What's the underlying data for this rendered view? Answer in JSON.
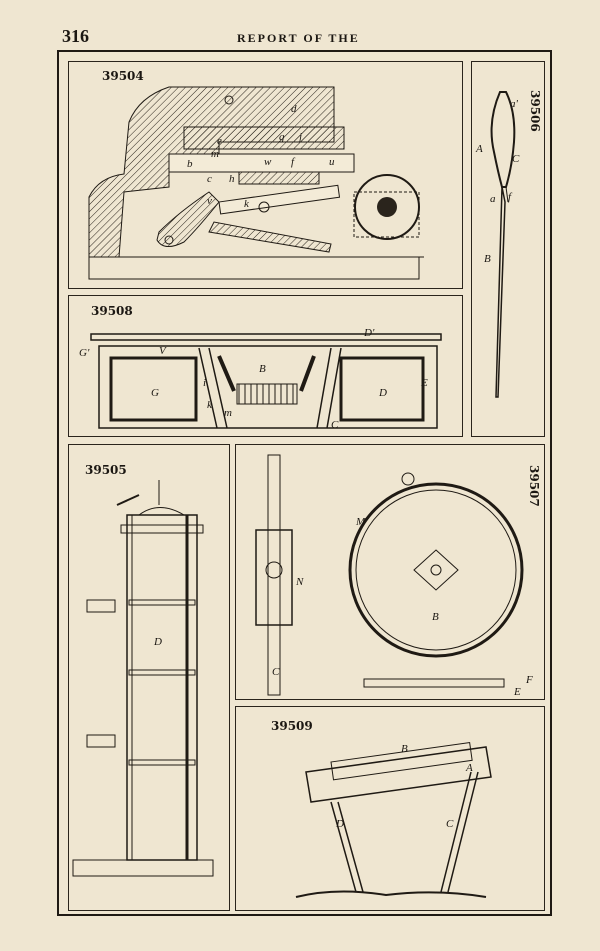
{
  "header": {
    "page_number": "316",
    "running_head": "REPORT OF THE"
  },
  "figures": [
    {
      "id": "39504",
      "labels": [
        "d",
        "g",
        "j",
        "e",
        "m",
        "b",
        "w",
        "f",
        "u",
        "c",
        "h",
        "k",
        "v"
      ]
    },
    {
      "id": "39506",
      "labels": [
        "a'",
        "A",
        "C",
        "a",
        "f",
        "B"
      ]
    },
    {
      "id": "39508",
      "labels": [
        "D'",
        "G'",
        "G",
        "V",
        "B",
        "i",
        "k",
        "m",
        "D",
        "E",
        "C"
      ]
    },
    {
      "id": "39505",
      "labels": [
        "D"
      ]
    },
    {
      "id": "39507",
      "labels": [
        "M",
        "N",
        "B",
        "F",
        "E",
        "C"
      ]
    },
    {
      "id": "39509",
      "labels": [
        "B",
        "A",
        "D",
        "C"
      ]
    }
  ]
}
